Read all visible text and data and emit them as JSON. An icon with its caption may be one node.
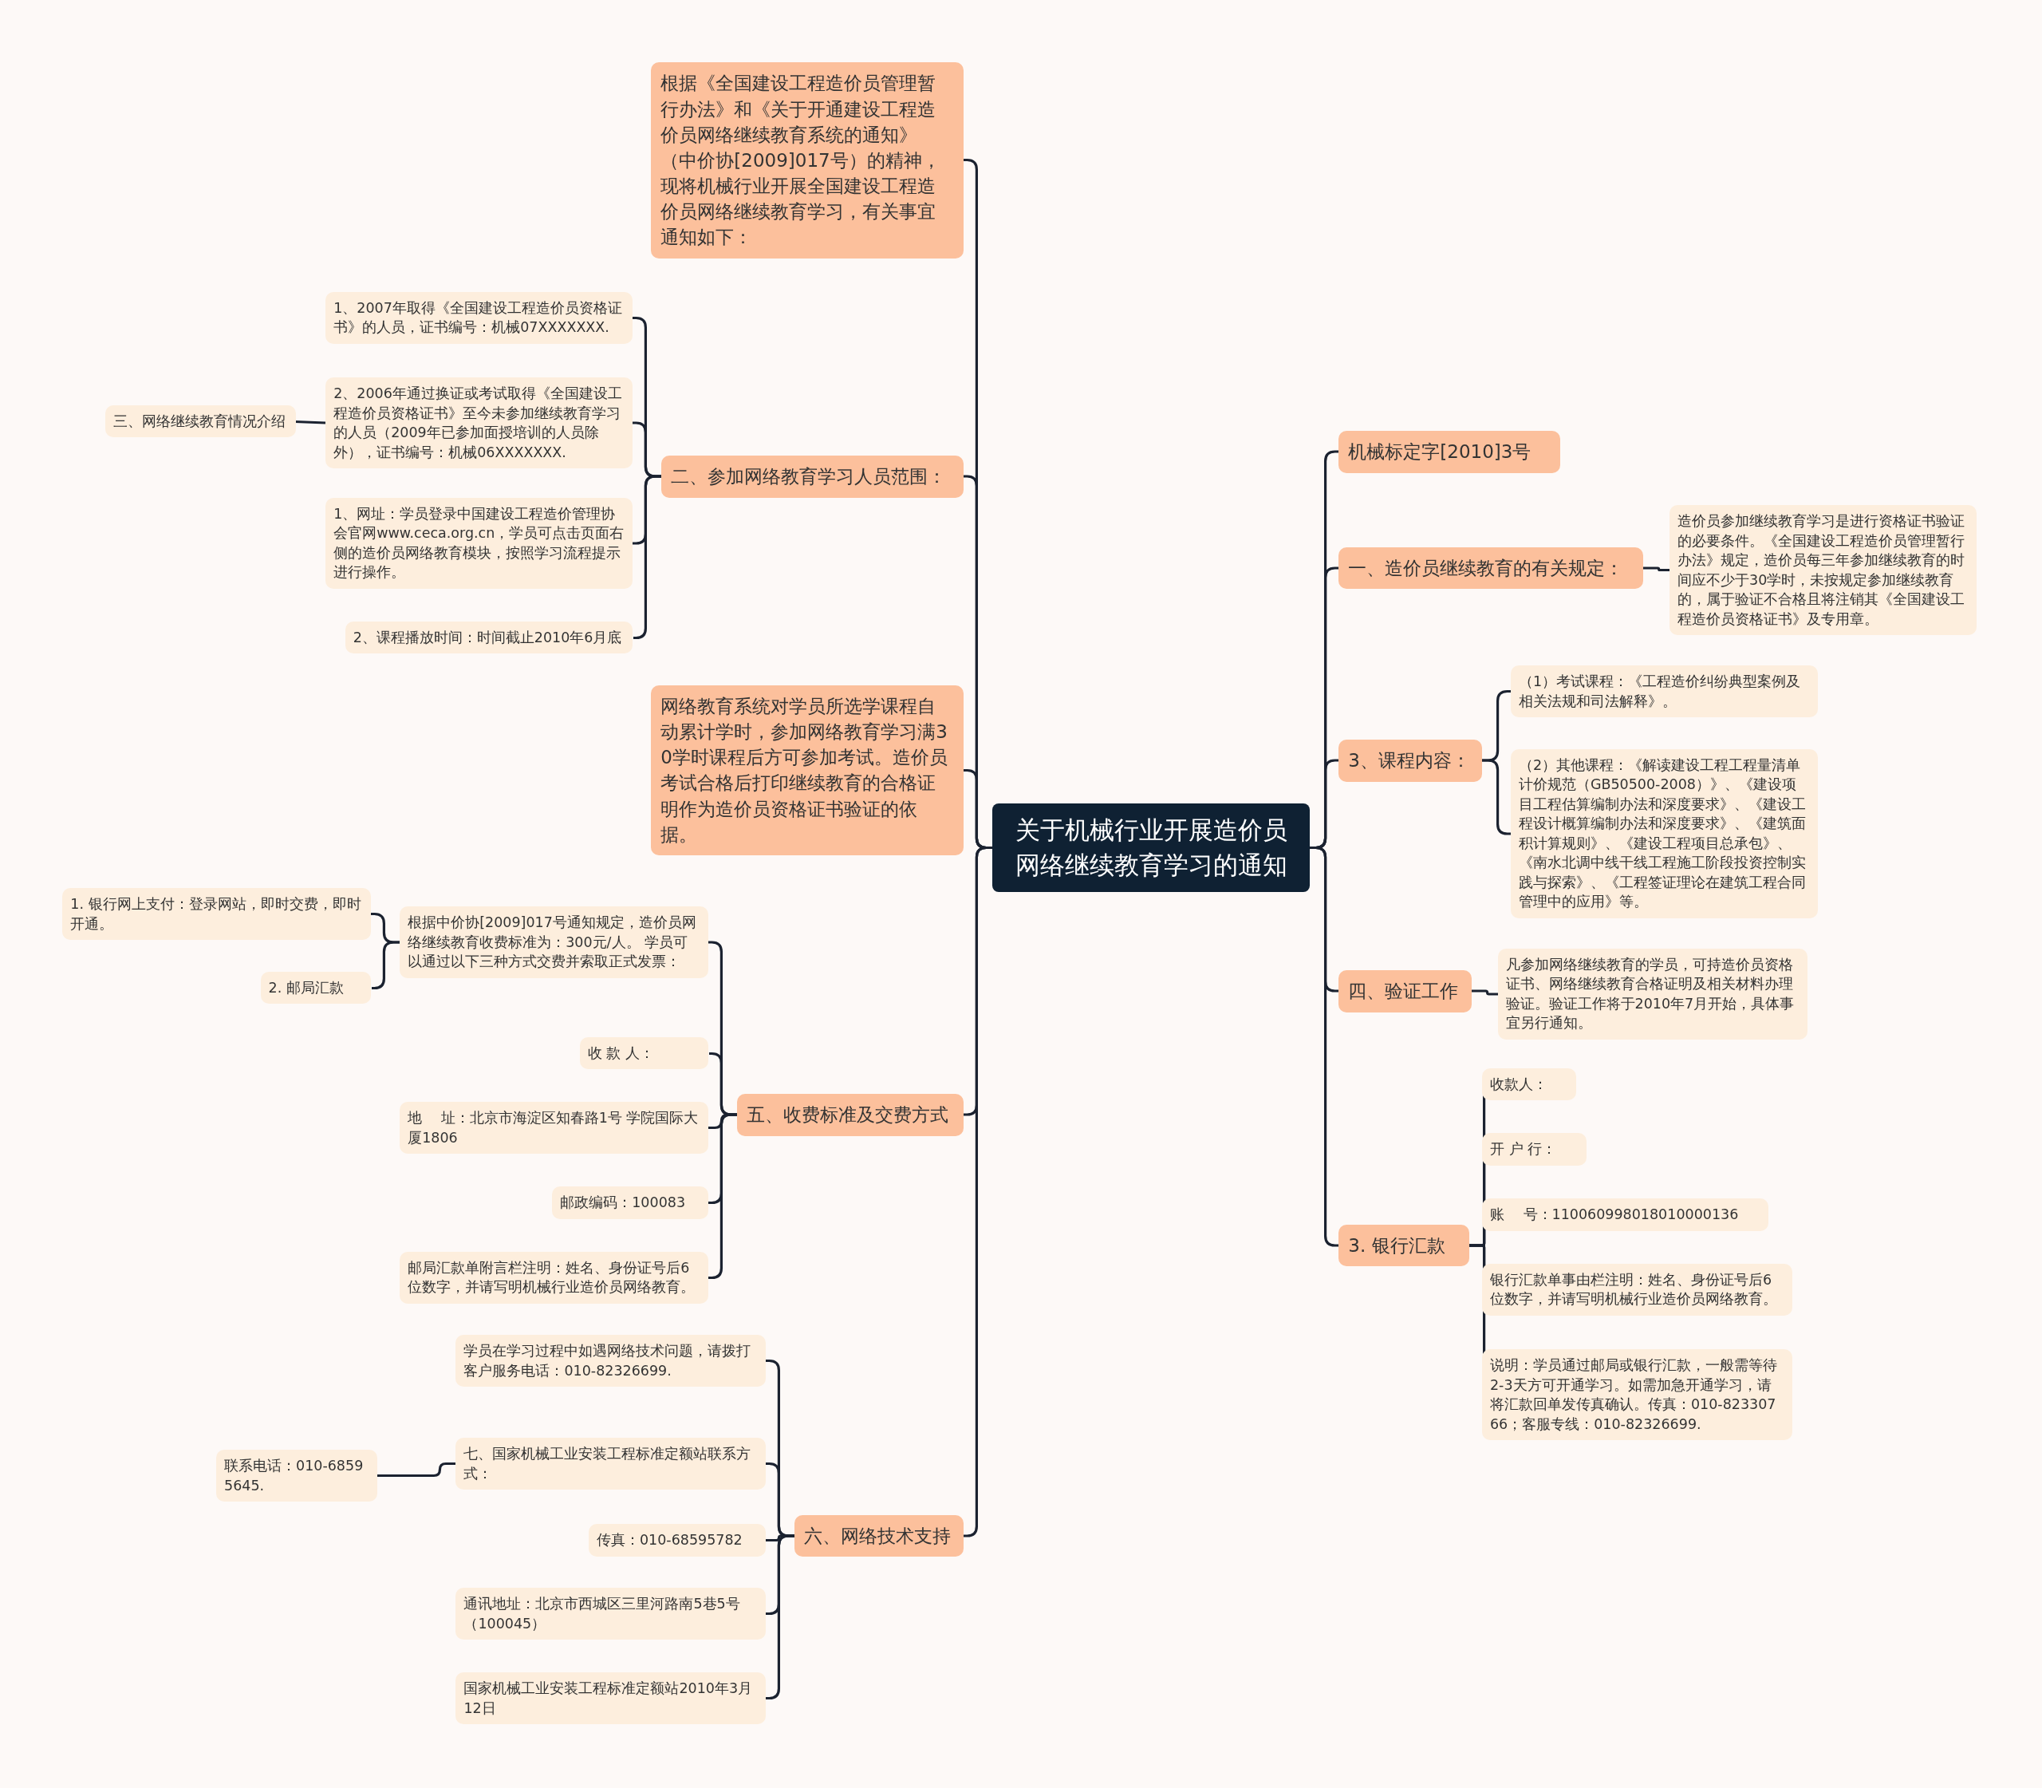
{
  "diagram": {
    "nodes": [
      {
        "text": [
          "关于机械行业开展造价员网络继续教育学习的通知"
        ]
      },
      {
        "text": [
          "根据《全国建设工程造价员管理暂行办法》和《关于开通建设工程造价员网络继续教育系统的通知》（中价协[2009]017号）的精神，现将机械行业开展全国建设工程造价员网络继续教育学习，有关事宜通知如下："
        ]
      },
      {
        "text": [
          "二、参加网络教育学习人员范围："
        ]
      },
      {
        "text": [
          "网络教育系统对学员所选学课程自动累计学时，参加网络教育学习满30学时课程后方可参加考试。造价员考试合格后打印继续教育的合格证明作为造价员资格证书验证的依据。"
        ]
      },
      {
        "text": [
          "五、收费标准及交费方式"
        ]
      },
      {
        "text": [
          "六、网络技术支持"
        ]
      },
      {
        "text": [
          "机械标定字[2010]3号"
        ]
      },
      {
        "text": [
          "一、造价员继续教育的有关规定："
        ]
      },
      {
        "text": [
          "3、课程内容："
        ]
      },
      {
        "text": [
          "四、验证工作"
        ]
      },
      {
        "text": [
          "3. 银行汇款"
        ]
      },
      {
        "text": [
          "1、2007年取得《全国建设工程造价员资格证书》的人员，证书编号：机械07XXXXXXX."
        ]
      },
      {
        "text": [
          "2、2006年通过换证或考试取得《全国建设工程造价员资格证书》至今未参加继续教育学习的人员（2009年已参加面授培训的人员除外），证书编号：机械06XXXXXXX."
        ]
      },
      {
        "text": [
          "1、网址：学员登录中国建设工程造价管理协会官网www.ceca.org.cn，学员可点击页面右侧的造价员网络教育模块，按照学习流程提示进行操作。"
        ]
      },
      {
        "text": [
          "2、课程播放时间：时间截止2010年6月底"
        ]
      },
      {
        "text": [
          "三、网络继续教育情况介绍"
        ]
      },
      {
        "text": [
          "根据中价协[2009]017号通知规定，造价员网络继续教育收费标准为：300元/人。 学员可以通过以下三种方式交费并索取正式发票："
        ]
      },
      {
        "text": [
          "收 款 人："
        ]
      },
      {
        "text": [
          "地　 址：北京市海淀区知春路1号 学院国际大厦1806"
        ]
      },
      {
        "text": [
          "邮政编码：100083"
        ]
      },
      {
        "text": [
          "邮局汇款单附言栏注明：姓名、身份证号后6位数字，并请写明机械行业造价员网络教育。"
        ]
      },
      {
        "text": [
          "1. 银行网上支付：登录网站，即时交费，即时开通。"
        ]
      },
      {
        "text": [
          "2. 邮局汇款"
        ]
      },
      {
        "text": [
          "学员在学习过程中如遇网络技术问题，请拨打客户服务电话：010-82326699."
        ]
      },
      {
        "text": [
          "七、国家机械工业安装工程标准定额站联系方式："
        ]
      },
      {
        "text": [
          "传真：010-68595782"
        ]
      },
      {
        "text": [
          "通讯地址：北京市西城区三里河路南5巷5号（100045）"
        ]
      },
      {
        "text": [
          "国家机械工业安装工程标准定额站2010年3月12日"
        ]
      },
      {
        "text": [
          "联系电话：010-68595645."
        ]
      },
      {
        "text": [
          "造价员参加继续教育学习是进行资格证书验证的必要条件。《全国建设工程造价员管理暂行办法》规定，造价员每三年参加继续教育的时间应不少于30学时，未按规定参加继续教育的，属于验证不合格且将注销其《全国建设工程造价员资格证书》及专用章。"
        ]
      },
      {
        "text": [
          "（1）考试课程：《工程造价纠纷典型案例及相关法规和司法解释》。"
        ]
      },
      {
        "text": [
          "（2）其他课程：《解读建设工程工程量清单计价规范（GB50500-2008）》、《建设项目工程估算编制办法和深度要求》、《建设工程设计概算编制办法和深度要求》、《建筑面积计算规则》、《建设工程项目总承包》、《南水北调中线干线工程施工阶段投资控制实践与探索》、《工程签证理论在建筑工程合同管理中的应用》等。"
        ]
      },
      {
        "text": [
          "凡参加网络继续教育的学员，可持造价员资格证书、网络继续教育合格证明及相关材料办理验证。验证工作将于2010年7月开始，具体事宜另行通知。"
        ]
      },
      {
        "text": [
          "收款人："
        ]
      },
      {
        "text": [
          "开 户 行："
        ]
      },
      {
        "text": [
          "账　 号：110060998018010000136"
        ]
      },
      {
        "text": [
          "银行汇款单事由栏注明：姓名、身份证号后6位数字，并请写明机械行业造价员网络教育。"
        ]
      },
      {
        "text": [
          "说明：学员通过邮局或银行汇款，一般需等待2-3天方可开通学习。如需加急开通学习，请将汇款回单发传真确认。传真：010-82330766；客服专线：010-82326699."
        ]
      }
    ],
    "edges": [
      {
        "from": 0,
        "to": 1,
        "arrow": "none"
      },
      {
        "from": 0,
        "to": 2,
        "arrow": "none"
      },
      {
        "from": 0,
        "to": 3,
        "arrow": "none"
      },
      {
        "from": 0,
        "to": 4,
        "arrow": "none"
      },
      {
        "from": 0,
        "to": 5,
        "arrow": "none"
      },
      {
        "from": 0,
        "to": 6,
        "arrow": "none"
      },
      {
        "from": 0,
        "to": 7,
        "arrow": "none"
      },
      {
        "from": 0,
        "to": 8,
        "arrow": "none"
      },
      {
        "from": 0,
        "to": 9,
        "arrow": "none"
      },
      {
        "from": 0,
        "to": 10,
        "arrow": "none"
      },
      {
        "from": 2,
        "to": 11,
        "arrow": "none"
      },
      {
        "from": 2,
        "to": 12,
        "arrow": "none"
      },
      {
        "from": 2,
        "to": 13,
        "arrow": "none"
      },
      {
        "from": 2,
        "to": 14,
        "arrow": "none"
      },
      {
        "from": 12,
        "to": 15,
        "arrow": "none"
      },
      {
        "from": 4,
        "to": 16,
        "arrow": "none"
      },
      {
        "from": 4,
        "to": 17,
        "arrow": "none"
      },
      {
        "from": 4,
        "to": 18,
        "arrow": "none"
      },
      {
        "from": 4,
        "to": 19,
        "arrow": "none"
      },
      {
        "from": 4,
        "to": 20,
        "arrow": "none"
      },
      {
        "from": 16,
        "to": 21,
        "arrow": "none"
      },
      {
        "from": 16,
        "to": 22,
        "arrow": "none"
      },
      {
        "from": 5,
        "to": 23,
        "arrow": "none"
      },
      {
        "from": 5,
        "to": 24,
        "arrow": "none"
      },
      {
        "from": 5,
        "to": 25,
        "arrow": "none"
      },
      {
        "from": 5,
        "to": 26,
        "arrow": "none"
      },
      {
        "from": 5,
        "to": 27,
        "arrow": "none"
      },
      {
        "from": 24,
        "to": 28,
        "arrow": "none"
      },
      {
        "from": 7,
        "to": 29,
        "arrow": "none"
      },
      {
        "from": 8,
        "to": 30,
        "arrow": "none"
      },
      {
        "from": 8,
        "to": 31,
        "arrow": "none"
      },
      {
        "from": 9,
        "to": 32,
        "arrow": "none"
      },
      {
        "from": 10,
        "to": 33,
        "arrow": "none"
      },
      {
        "from": 10,
        "to": 34,
        "arrow": "none"
      },
      {
        "from": 10,
        "to": 35,
        "arrow": "none"
      },
      {
        "from": 10,
        "to": 36,
        "arrow": "none"
      },
      {
        "from": 10,
        "to": 37,
        "arrow": "none"
      }
    ]
  }
}
